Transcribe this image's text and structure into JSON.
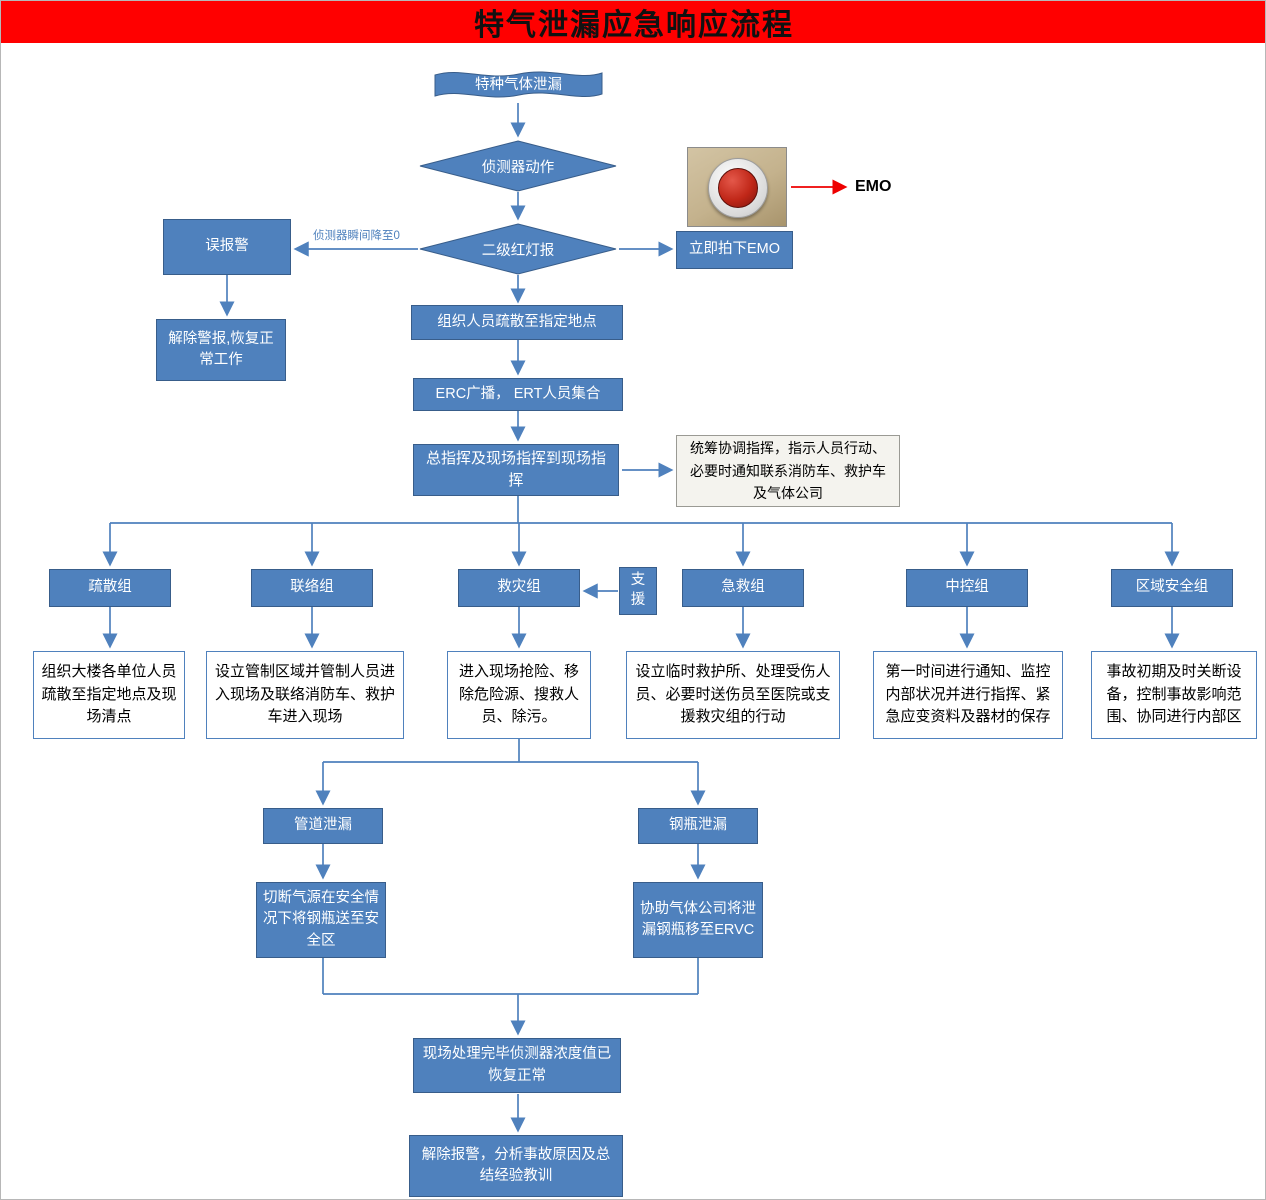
{
  "title": "特气泄漏应急响应流程",
  "colors": {
    "accent_blue": "#4f81bd",
    "box_border_blue": "#385d8a",
    "title_red": "#ff0000",
    "arrow_red": "#ff0000",
    "note_bg": "#f4f3ee"
  },
  "nodes": {
    "start": "特种气体泄漏",
    "detector": "侦测器动作",
    "second_alarm": "二级红灯报",
    "drop_label": "侦测器瞬间降至0",
    "false_alarm": "误报警",
    "clear_alarm": "解除警报,恢复正常工作",
    "press_emo": "立即拍下EMO",
    "emo_label": "EMO",
    "evacuate": "组织人员疏散至指定地点",
    "erc": "ERC广播， ERT人员集合",
    "commander": "总指挥及现场指挥到现场指挥",
    "note": "统筹协调指挥，指示人员行动、必要时通知联系消防车、救护车及气体公司",
    "support": "支援",
    "pipe_leak": "管道泄漏",
    "cylinder_leak": "钢瓶泄漏",
    "pipe_action": "切断气源在安全情况下将钢瓶送至安全区",
    "cylinder_action": "协助气体公司将泄漏钢瓶移至ERVC",
    "recovery": "现场处理完毕侦测器浓度值已恢复正常",
    "final": "解除报警，分析事故原因及总结经验教训"
  },
  "groups": [
    {
      "name": "疏散组",
      "desc": "组织大楼各单位人员疏散至指定地点及现场清点"
    },
    {
      "name": "联络组",
      "desc": "设立管制区域并管制人员进入现场及联络消防车、救护车进入现场"
    },
    {
      "name": "救灾组",
      "desc": "进入现场抢险、移除危险源、搜救人员、除污。"
    },
    {
      "name": "急救组",
      "desc": "设立临时救护所、处理受伤人员、必要时送伤员至医院或支援救灾组的行动"
    },
    {
      "name": "中控组",
      "desc": "第一时间进行通知、监控内部状况并进行指挥、紧急应变资料及器材的保存"
    },
    {
      "name": "区域安全组",
      "desc": "事故初期及时关断设备，控制事故影响范围、协同进行内部区"
    }
  ]
}
